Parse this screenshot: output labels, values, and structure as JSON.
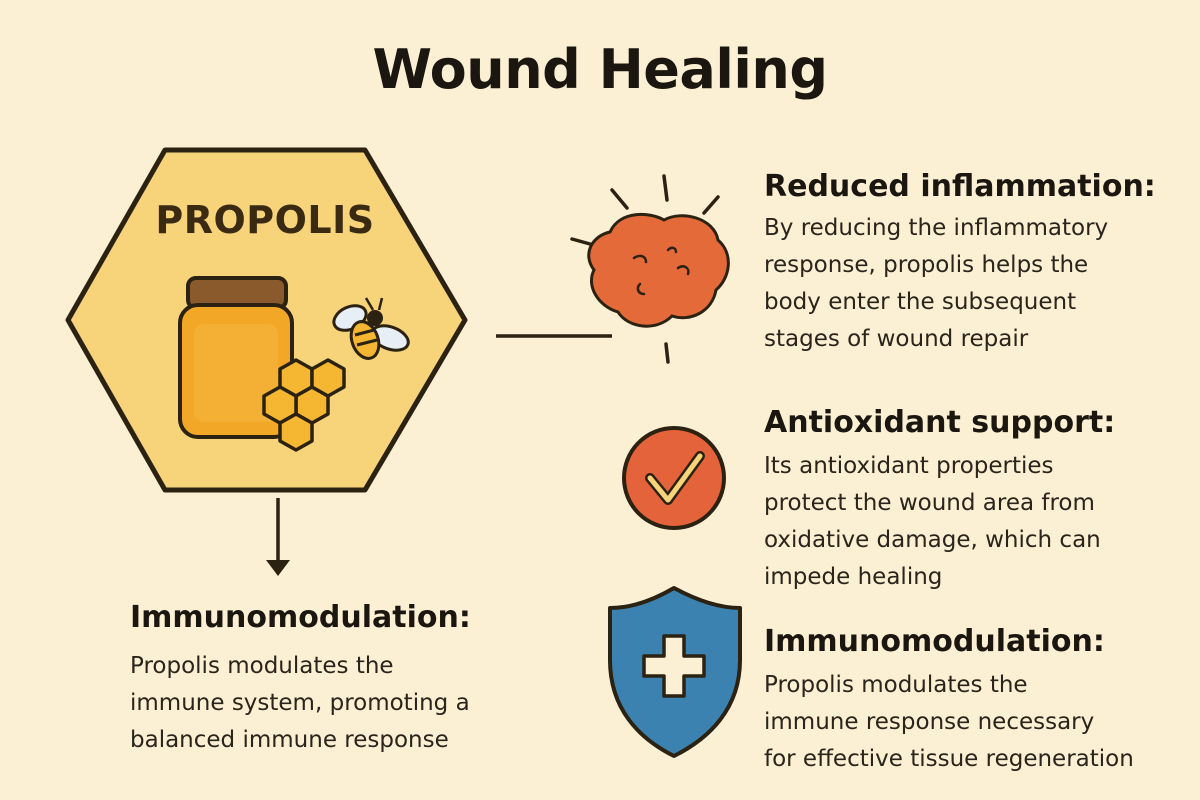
{
  "title": "Wound Healing",
  "hexagon": {
    "label": "PROPOLIS"
  },
  "left_section": {
    "heading": "Immunomodulation:",
    "lines": [
      "Propolis modulates the",
      "immune system, promoting a",
      "balanced immune response"
    ]
  },
  "right_sections": [
    {
      "heading": "Reduced inflammation:",
      "icon": "inflammation-icon",
      "lines": [
        "By reducing the inflammatory",
        "response, propolis helps the",
        "body enter the subsequent",
        "stages of wound repair"
      ]
    },
    {
      "heading": "Antioxidant support:",
      "icon": "checkmark-circle-icon",
      "lines": [
        "Its antioxidant properties",
        "protect the wound area from",
        "oxidative damage, which can",
        "impede healing"
      ]
    },
    {
      "heading": "Immunomodulation:",
      "icon": "shield-cross-icon",
      "lines": [
        "Propolis modulates the",
        "immune response necessary",
        "for effective tissue regeneration"
      ]
    }
  ],
  "colors": {
    "background": "#fbf0d4",
    "hexagon_fill": "#f7d37a",
    "honey": "#f2a727",
    "inflammation": "#e46a3a",
    "check_circle": "#e5633a",
    "shield": "#3b82b1"
  }
}
